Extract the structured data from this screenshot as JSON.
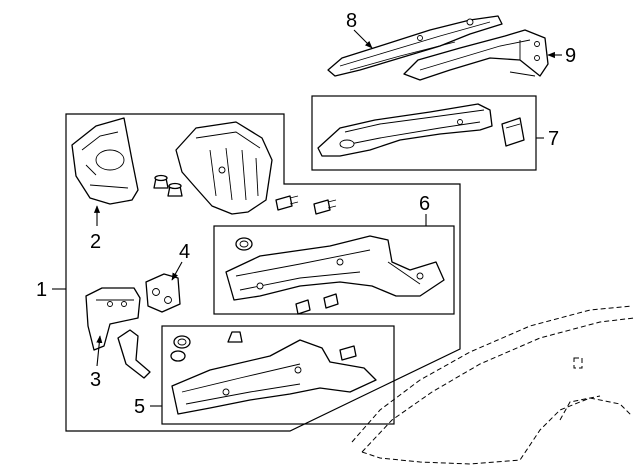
{
  "diagram": {
    "title": "Front structural components exploded view",
    "callouts": {
      "c1": "1",
      "c2": "2",
      "c3": "3",
      "c4": "4",
      "c5": "5",
      "c6": "6",
      "c7": "7",
      "c8": "8",
      "c9": "9"
    }
  }
}
